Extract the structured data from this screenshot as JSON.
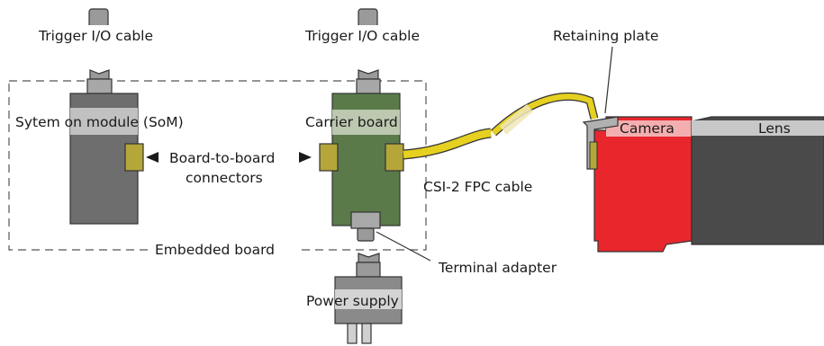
{
  "labels": {
    "trigger_left": "Trigger I/O cable",
    "trigger_center": "Trigger I/O cable",
    "som": "Sytem on module (SoM)",
    "carrier": "Carrier board",
    "b2b_line1": "Board-to-board",
    "b2b_line2": "connectors",
    "embedded_board": "Embedded board",
    "terminal_adapter": "Terminal adapter",
    "power_supply": "Power supply",
    "csi_cable": "CSI-2 FPC cable",
    "retaining_plate": "Retaining plate",
    "camera": "Camera",
    "lens": "Lens"
  },
  "colors": {
    "som_body": "#6e6e6e",
    "carrier_body": "#5b7a4a",
    "connector": "#b5a63a",
    "connector_plug": "#9a9a9a",
    "camera_body": "#e8262c",
    "lens_body": "#4a4a4a",
    "fpc_cable": "#e6d020",
    "label_band": "#e8e8e8"
  }
}
